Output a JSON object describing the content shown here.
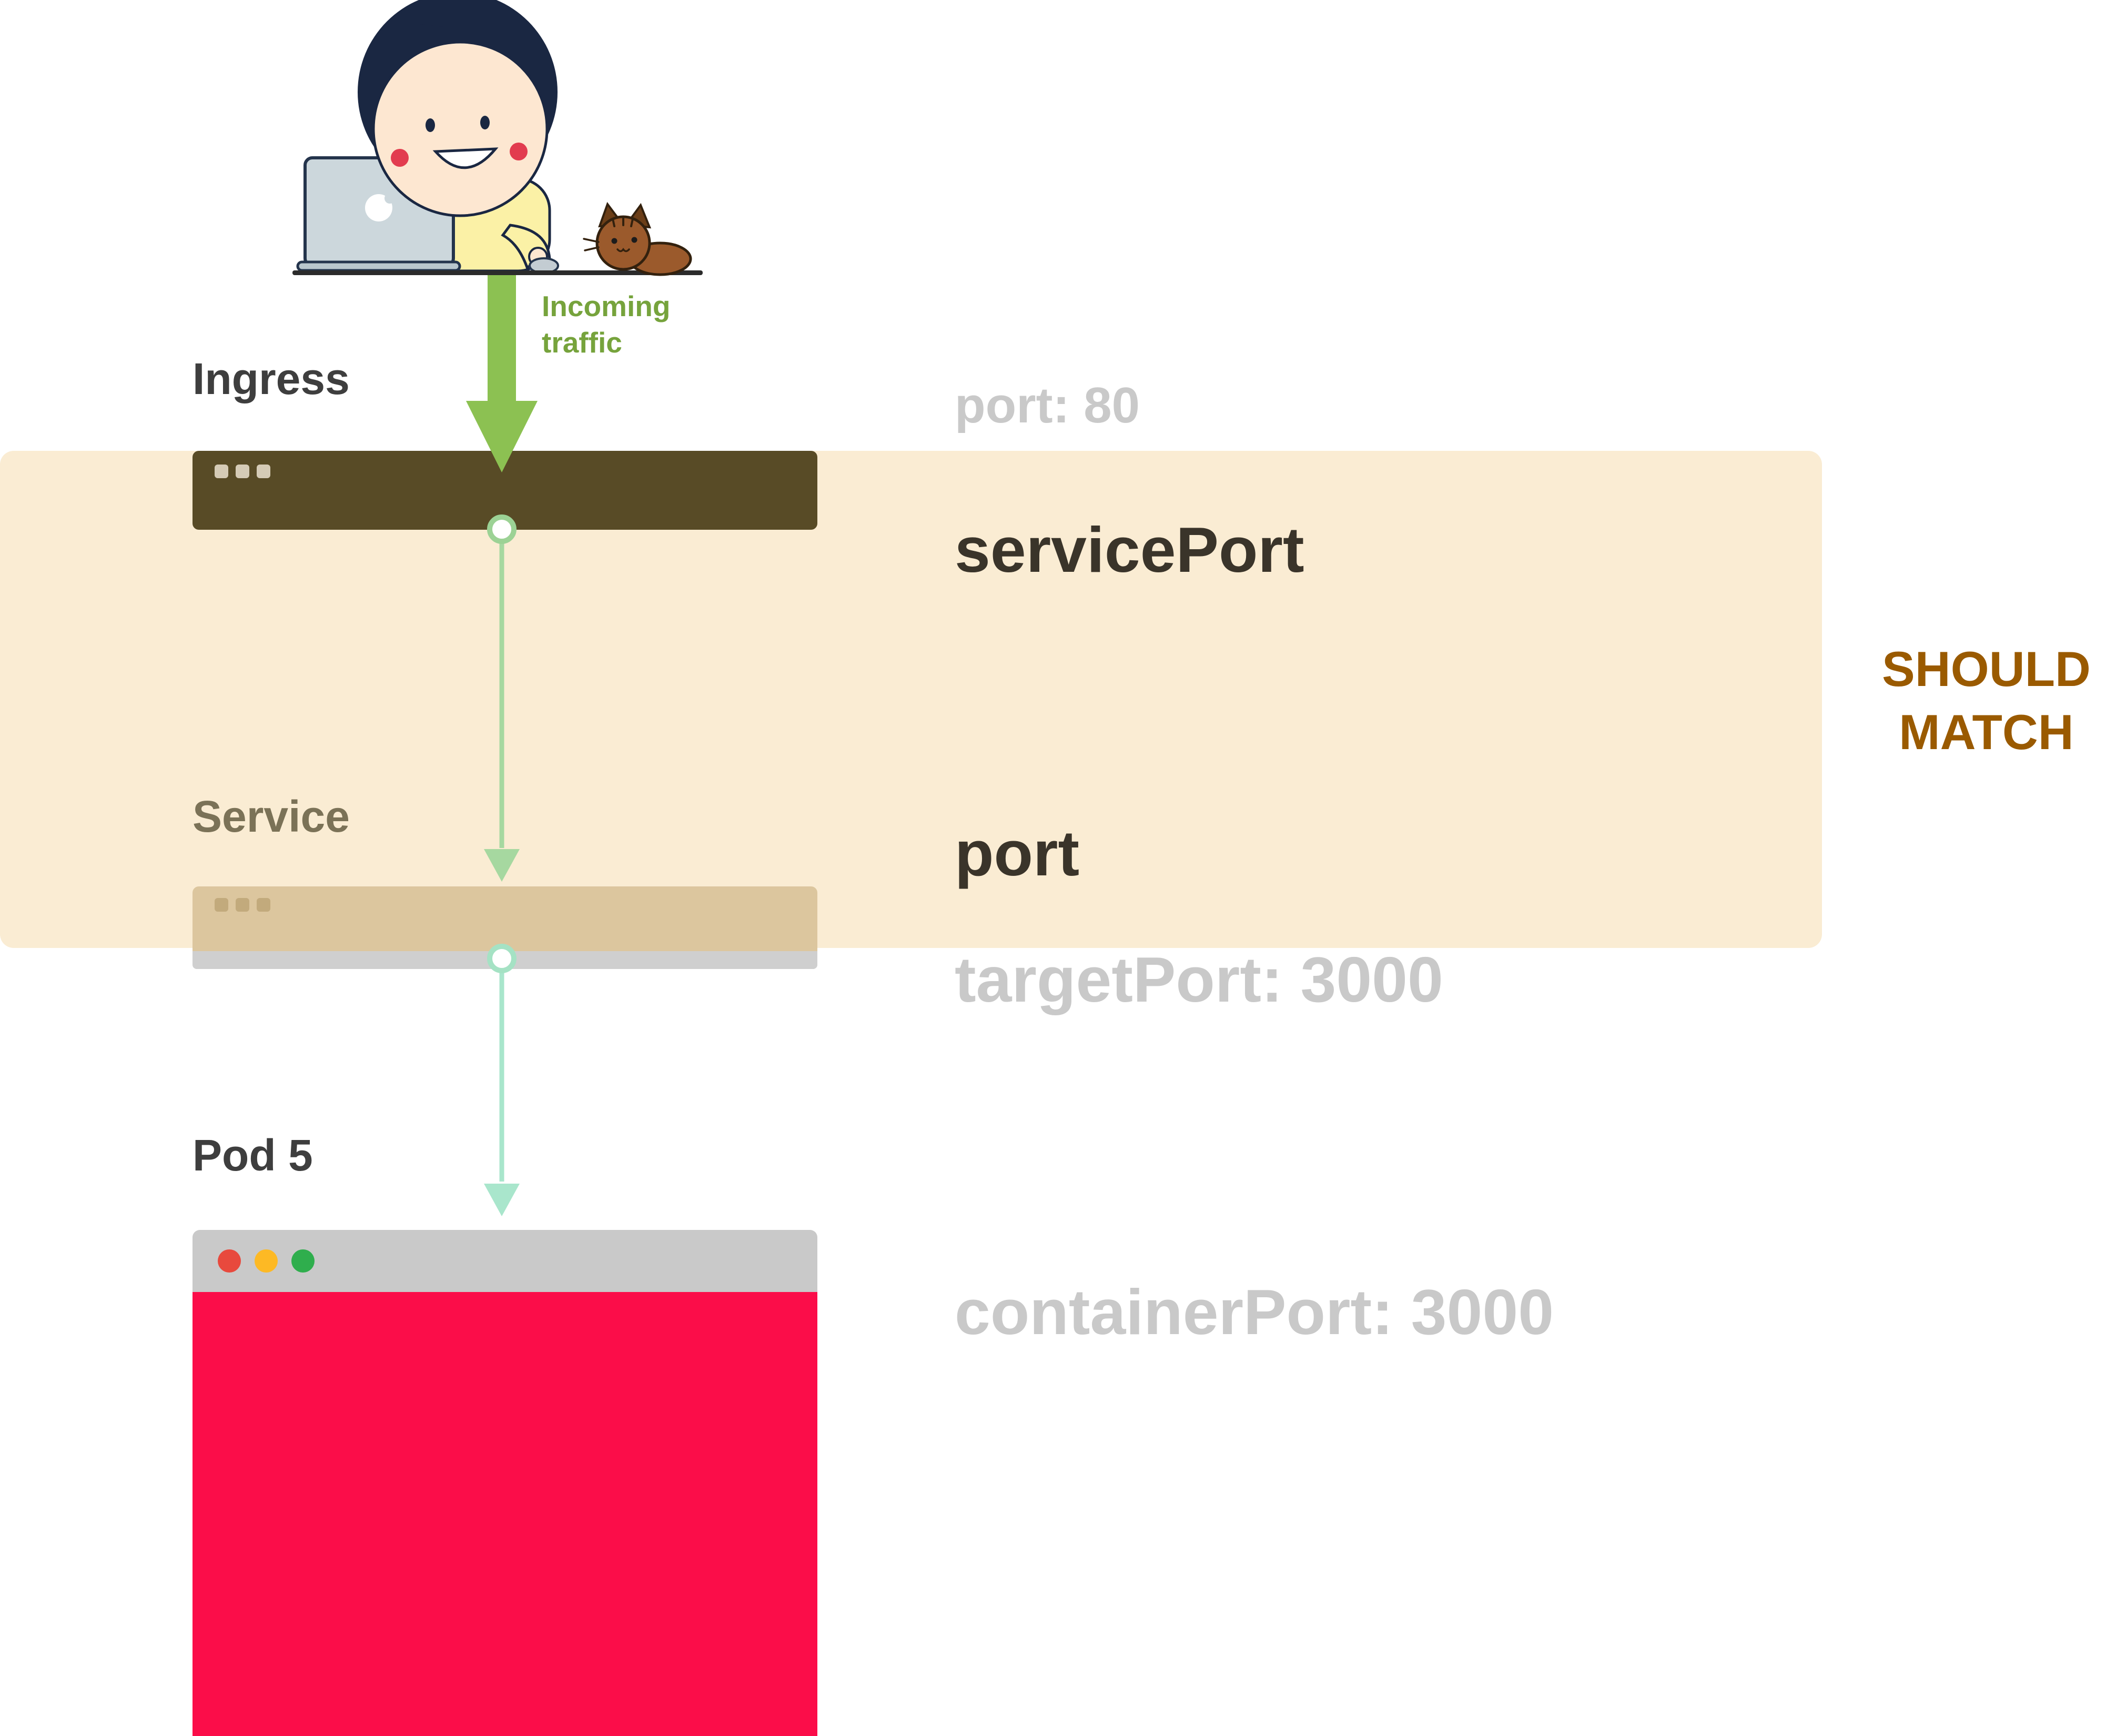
{
  "diagram": {
    "incoming_traffic_label": "Incoming traffic",
    "ingress_label": "Ingress",
    "ingress_port_label": "port: 80",
    "service_port_label": "servicePort",
    "should_match_label": "SHOULD MATCH",
    "service_label": "Service",
    "port_label": "port",
    "target_port_label": "targetPort: 3000",
    "pod_label": "Pod 5",
    "container_port_label": "containerPort: 3000"
  },
  "colors": {
    "highlight_band": "#FAECD3",
    "ingress_bar": "#584B26",
    "service_bar": "#DCC69E",
    "service_bar_base": "#CFCFCF",
    "pod_titlebar": "#C9C9C9",
    "pod_body_red": "#FB0D49",
    "traffic_arrow_green": "#8CC152",
    "connector_green": "#A6D8A0",
    "connector_mint": "#A9E6CC",
    "muted_gray_text": "#C9C9C9",
    "dark_text": "#3A342A",
    "should_match_brown": "#9A5A00",
    "incoming_traffic_green": "#76A33C"
  }
}
